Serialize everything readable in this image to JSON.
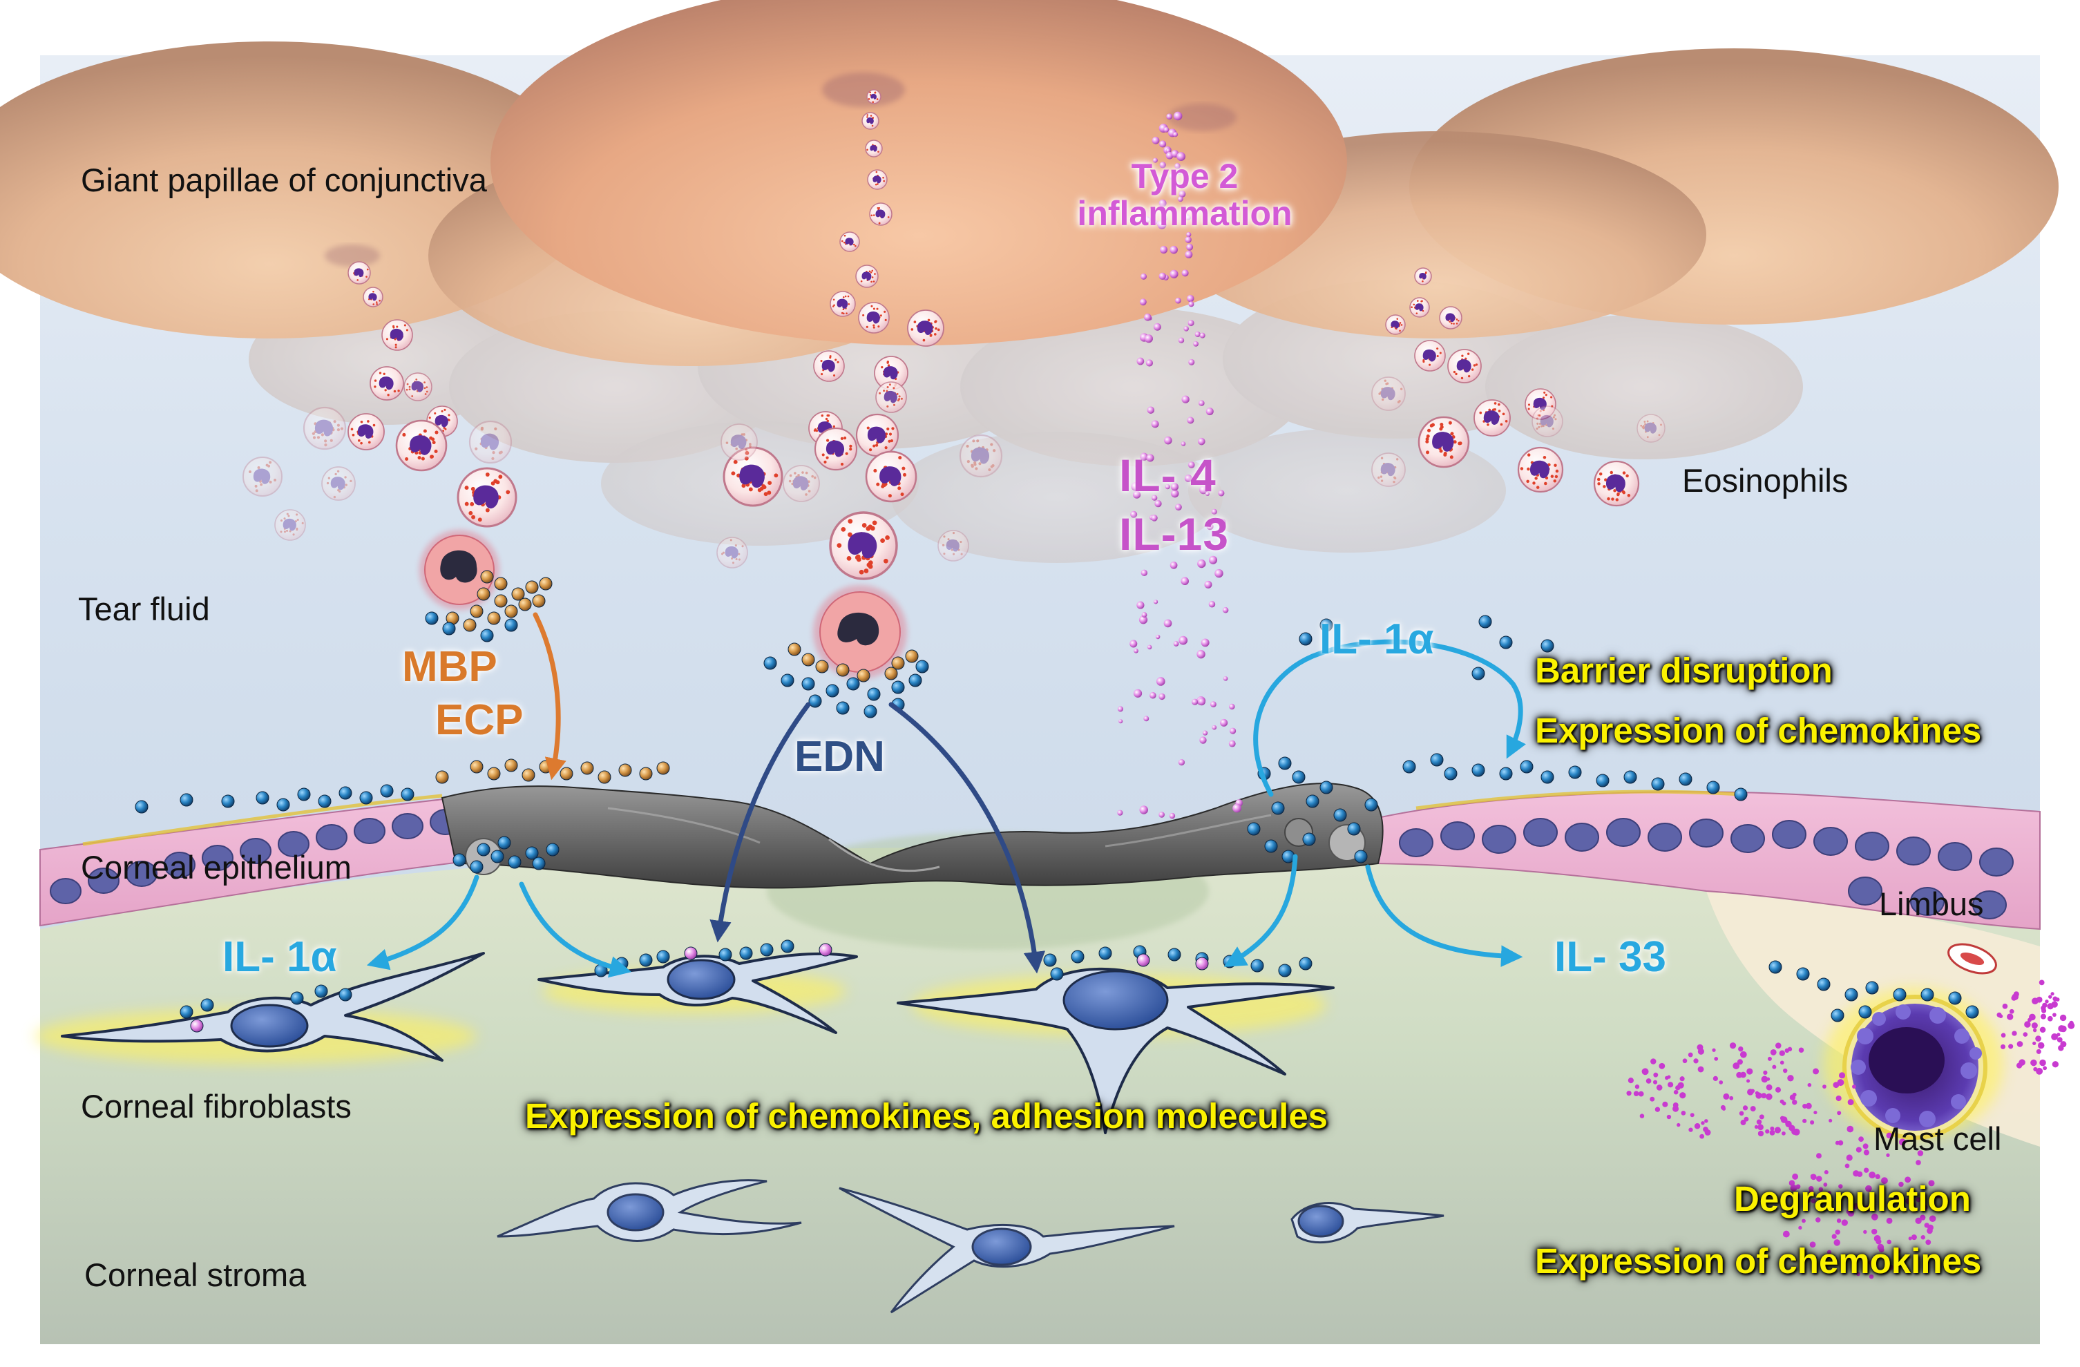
{
  "labels": {
    "giant_papillae": "Giant papillae of conjunctiva",
    "type2_line1": "Type 2",
    "type2_line2": "inflammation",
    "il4": "IL- 4",
    "il13": "IL-13",
    "eosinophils": "Eosinophils",
    "tear_fluid": "Tear fluid",
    "mbp": "MBP",
    "ecp": "ECP",
    "edn": "EDN",
    "il1a_right": "IL- 1α",
    "barrier_disruption": "Barrier  disruption",
    "expression_chemokines_top": "Expression of chemokines",
    "corneal_epithelium": "Corneal epithelium",
    "limbus": "Limbus",
    "il1a_left": "IL- 1α",
    "il33": "IL- 33",
    "corneal_fibroblasts": "Corneal fibroblasts",
    "expression_adhesion": "Expression  of  chemokines,  adhesion  molecules",
    "mast_cell": "Mast cell",
    "degranulation": "Degranulation",
    "expression_chemokines_bottom": "Expression of chemokines",
    "corneal_stroma": "Corneal stroma"
  },
  "colors": {
    "pink_text": "#d35ad6",
    "orange_text": "#d9792a",
    "navy_text": "#2f4f86",
    "cyan_text": "#28a8e0",
    "yellow_text": "#fbf200",
    "eosinophil": "#6b2ba0",
    "granule_red": "#e0402a",
    "blue_bead": "#1f6fa8",
    "orange_bead": "#c98a3a"
  }
}
